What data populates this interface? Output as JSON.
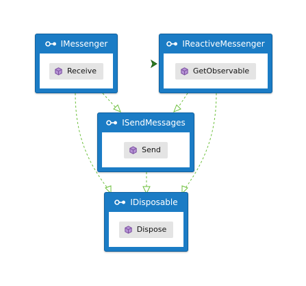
{
  "diagram": {
    "nodes": [
      {
        "id": "imessenger",
        "title": "IMessenger",
        "member": "Receive",
        "icon": "interface-icon",
        "member_icon": "method-icon"
      },
      {
        "id": "ireactive",
        "title": "IReactiveMessenger",
        "member": "GetObservable",
        "icon": "interface-icon",
        "member_icon": "method-icon"
      },
      {
        "id": "isend",
        "title": "ISendMessages",
        "member": "Send",
        "icon": "interface-icon",
        "member_icon": "method-icon"
      },
      {
        "id": "idisposable",
        "title": "IDisposable",
        "member": "Dispose",
        "icon": "interface-icon",
        "member_icon": "method-icon"
      }
    ],
    "edges": [
      {
        "from": "IMessenger",
        "to": "ISendMessages",
        "style": "dashed"
      },
      {
        "from": "IReactiveMessenger",
        "to": "ISendMessages",
        "style": "dashed"
      },
      {
        "from": "IMessenger",
        "to": "IDisposable",
        "style": "dashed"
      },
      {
        "from": "ISendMessages",
        "to": "IDisposable",
        "style": "dashed"
      },
      {
        "from": "IReactiveMessenger",
        "to": "IDisposable",
        "style": "dashed"
      }
    ],
    "colors": {
      "node_fill": "#1b7cc5",
      "node_border": "#0d5f9e",
      "member_fill": "#e4e4e4",
      "edge": "#6bbf3a",
      "port_marker": "#2e7d22",
      "method_icon": "#7b4fa0"
    }
  }
}
